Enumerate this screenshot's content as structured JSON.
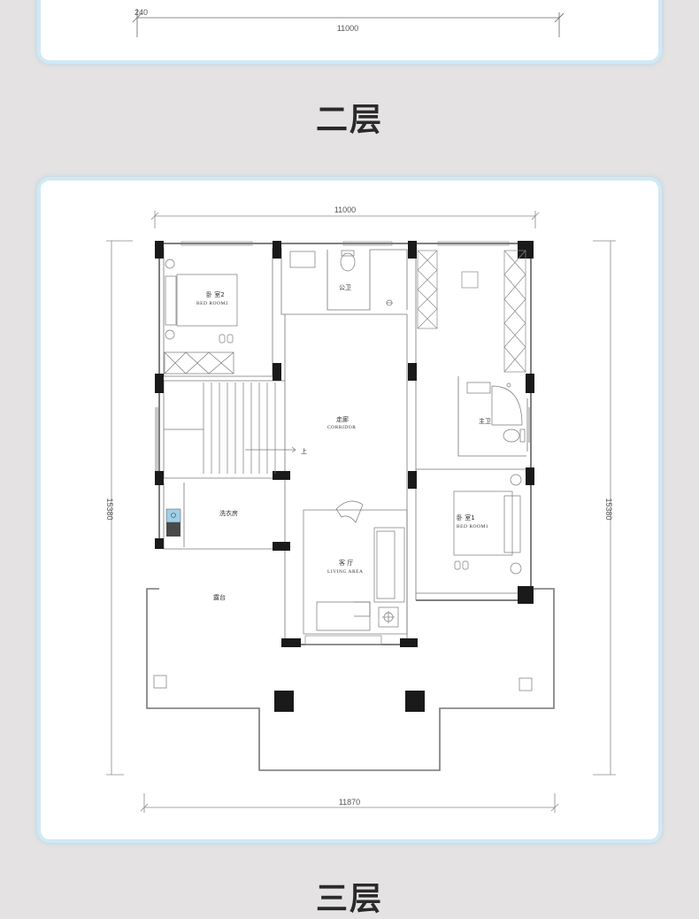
{
  "top_plan": {
    "dim_small": "240",
    "dim_width": "11000"
  },
  "heading": "二层",
  "plan": {
    "dim_top": "11000",
    "dim_left": "15380",
    "dim_right": "15380",
    "dim_bottom": "11870",
    "rooms": {
      "bedroom2_cn": "卧 室2",
      "bedroom2_en": "BED ROOM2",
      "public_bath": "公卫",
      "corridor_cn": "走廊",
      "corridor_en": "CORRIDOR",
      "stair_up": "上",
      "master_bath": "主卫",
      "laundry": "洗衣房",
      "bedroom1_cn": "卧 室1",
      "bedroom1_en": "BED ROOM1",
      "living_cn": "客 厅",
      "living_en": "LIVING AREA",
      "terrace": "露台"
    }
  },
  "next_heading": "三层"
}
